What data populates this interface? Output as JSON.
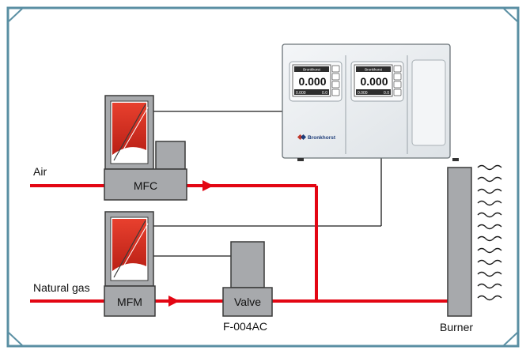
{
  "labels": {
    "air": "Air",
    "natural_gas": "Natural gas",
    "mfc": "MFC",
    "mfm": "MFM",
    "valve": "Valve",
    "valve_model": "F-004AC",
    "burner": "Burner"
  },
  "readout": {
    "panel1": {
      "header": "Bronkhorst",
      "value": "0.000",
      "footer_left": "0.000",
      "footer_right": "0.0"
    },
    "panel2": {
      "header": "Bronkhorst",
      "value": "0.000",
      "footer_left": "0.000",
      "footer_right": "0.0"
    },
    "brand": "Bronkhorst"
  },
  "colors": {
    "pipe": "#e30613",
    "frame": "#5a8fa3",
    "device_fill": "#a7a9ac",
    "device_stroke": "#3a3a3a",
    "signal_line": "#1a1a1a"
  }
}
